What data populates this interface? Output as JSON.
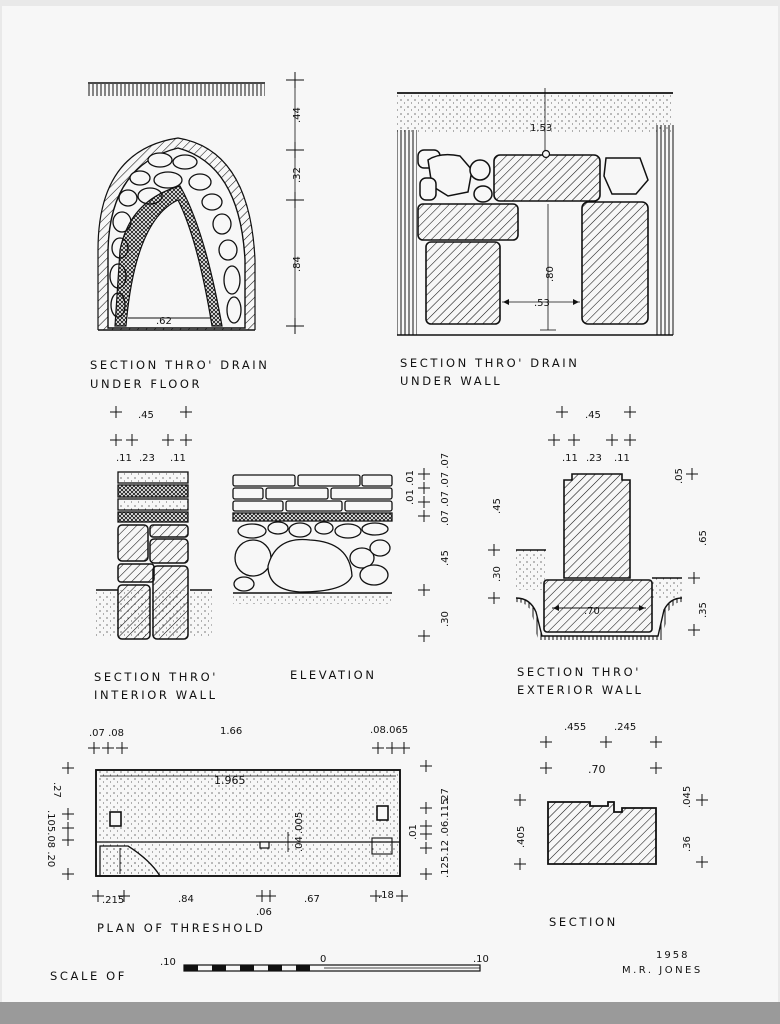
{
  "captions": {
    "drain_floor_1": "SECTION THRO' DRAIN",
    "drain_floor_2": "UNDER FLOOR",
    "drain_wall_1": "SECTION THRO' DRAIN",
    "drain_wall_2": "UNDER WALL",
    "interior_1": "SECTION THRO'",
    "interior_2": "INTERIOR WALL",
    "elevation": "ELEVATION",
    "exterior_1": "SECTION THRO'",
    "exterior_2": "EXTERIOR WALL",
    "plan": "PLAN OF THRESHOLD",
    "section": "SECTION"
  },
  "dims": {
    "df_44": ".44",
    "df_32": ".32",
    "df_84": ".84",
    "df_62": ".62",
    "dw_153": "1.53",
    "dw_80": ".80",
    "dw_53": ".53",
    "iw_45": ".45",
    "iw_11a": ".11",
    "iw_23": ".23",
    "iw_11b": ".11",
    "el_01": ".01 .01",
    "el_07": ".07 .07 .07 .07",
    "el_45": ".45",
    "el_30": ".30",
    "ex_45top": ".45",
    "ex_11a": ".11",
    "ex_23": ".23",
    "ex_11b": ".11",
    "ex_45": ".45",
    "ex_30": ".30",
    "ex_05": ".05",
    "ex_65": ".65",
    "ex_35": ".35",
    "ex_70": ".70",
    "pl_0708": ".07 .08",
    "pl_166": "1.66",
    "pl_08065": ".08.065",
    "pl_1965": "1.965",
    "pl_27l": ".27",
    "pl_left": ".105.08 .20",
    "pl_27r": ".27",
    "pl_right": ".125.12 .06.115",
    "pl_01": ".01",
    "pl_005": ".005",
    "pl_04": ".04",
    "pl_215": ".215",
    "pl_84": ".84",
    "pl_06": ".06",
    "pl_67": ".67",
    "pl_18": ".18",
    "se_455": ".455",
    "se_245": ".245",
    "se_70": ".70",
    "se_405": ".405",
    "se_045": ".045",
    "se_36": ".36"
  },
  "scale": {
    "label": "SCALE OF",
    "left": ".10",
    "zero": "0",
    "right": ".10"
  },
  "signature": {
    "year": "1958",
    "author": "M.R. JONES"
  }
}
